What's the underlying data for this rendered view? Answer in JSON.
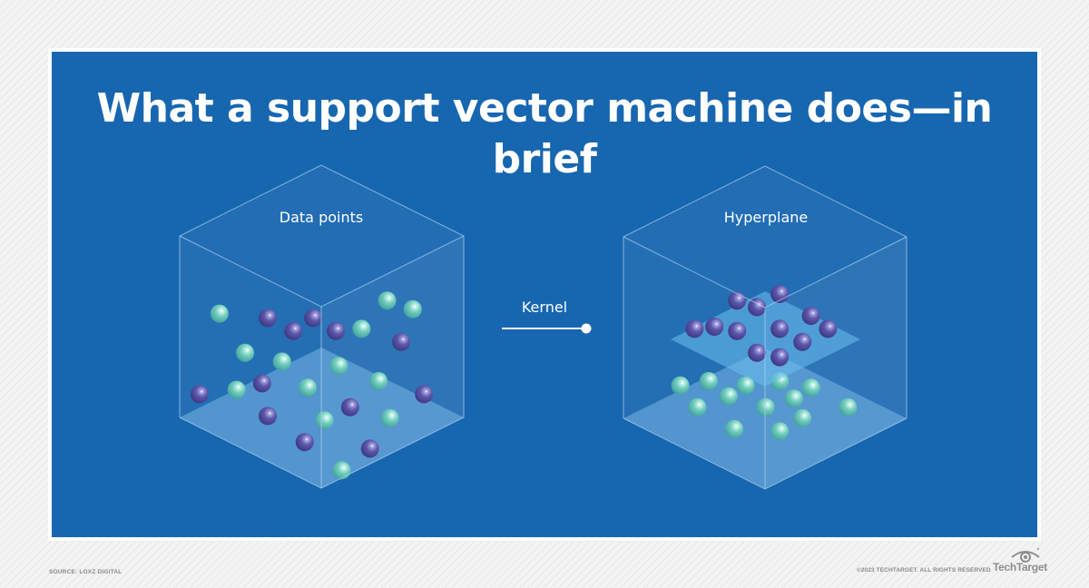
{
  "header": {
    "title": "What a support vector machine does—in brief"
  },
  "colors": {
    "background_panel": "#1766b0",
    "sphere_class_a": "#6cc9b9",
    "sphere_class_b": "#5b56a8",
    "text": "#ffffff",
    "footer_text": "#8a8a8a"
  },
  "diagram": {
    "left_cube": {
      "label": "Data points",
      "description": "Mixed teal and purple data points scattered in 3D space",
      "spheres": [
        {
          "class": "teal",
          "u": 0.14,
          "v": 0.19
        },
        {
          "class": "purple",
          "u": 0.31,
          "v": 0.21
        },
        {
          "class": "purple",
          "u": 0.47,
          "v": 0.21
        },
        {
          "class": "purple",
          "u": 0.4,
          "v": 0.27
        },
        {
          "class": "purple",
          "u": 0.55,
          "v": 0.27
        },
        {
          "class": "teal",
          "u": 0.64,
          "v": 0.26
        },
        {
          "class": "teal",
          "u": 0.73,
          "v": 0.13
        },
        {
          "class": "teal",
          "u": 0.82,
          "v": 0.17
        },
        {
          "class": "purple",
          "u": 0.78,
          "v": 0.32
        },
        {
          "class": "teal",
          "u": 0.23,
          "v": 0.37
        },
        {
          "class": "teal",
          "u": 0.36,
          "v": 0.41
        },
        {
          "class": "teal",
          "u": 0.56,
          "v": 0.43
        },
        {
          "class": "teal",
          "u": 0.7,
          "v": 0.5
        },
        {
          "class": "purple",
          "u": 0.07,
          "v": 0.56
        },
        {
          "class": "teal",
          "u": 0.2,
          "v": 0.54
        },
        {
          "class": "purple",
          "u": 0.29,
          "v": 0.51
        },
        {
          "class": "teal",
          "u": 0.45,
          "v": 0.53
        },
        {
          "class": "purple",
          "u": 0.86,
          "v": 0.56
        },
        {
          "class": "purple",
          "u": 0.31,
          "v": 0.66
        },
        {
          "class": "purple",
          "u": 0.6,
          "v": 0.62
        },
        {
          "class": "teal",
          "u": 0.51,
          "v": 0.68
        },
        {
          "class": "teal",
          "u": 0.74,
          "v": 0.67
        },
        {
          "class": "purple",
          "u": 0.44,
          "v": 0.78
        },
        {
          "class": "purple",
          "u": 0.67,
          "v": 0.81
        },
        {
          "class": "teal",
          "u": 0.57,
          "v": 0.91
        }
      ]
    },
    "right_cube": {
      "label": "Hyperplane",
      "description": "Purple points separated above a hyperplane, teal points below",
      "spheres_top": [
        {
          "class": "purple",
          "u": 0.4,
          "v": 0.13
        },
        {
          "class": "purple",
          "u": 0.47,
          "v": 0.16
        },
        {
          "class": "purple",
          "u": 0.55,
          "v": 0.1
        },
        {
          "class": "purple",
          "u": 0.25,
          "v": 0.26
        },
        {
          "class": "purple",
          "u": 0.32,
          "v": 0.25
        },
        {
          "class": "purple",
          "u": 0.4,
          "v": 0.27
        },
        {
          "class": "purple",
          "u": 0.55,
          "v": 0.26
        },
        {
          "class": "purple",
          "u": 0.66,
          "v": 0.2
        },
        {
          "class": "purple",
          "u": 0.72,
          "v": 0.26
        },
        {
          "class": "purple",
          "u": 0.63,
          "v": 0.32
        },
        {
          "class": "purple",
          "u": 0.47,
          "v": 0.37
        },
        {
          "class": "purple",
          "u": 0.55,
          "v": 0.39
        }
      ],
      "spheres_bottom": [
        {
          "class": "teal",
          "u": 0.2,
          "v": 0.52
        },
        {
          "class": "teal",
          "u": 0.3,
          "v": 0.5
        },
        {
          "class": "teal",
          "u": 0.43,
          "v": 0.52
        },
        {
          "class": "teal",
          "u": 0.55,
          "v": 0.5
        },
        {
          "class": "teal",
          "u": 0.66,
          "v": 0.53
        },
        {
          "class": "teal",
          "u": 0.37,
          "v": 0.57
        },
        {
          "class": "teal",
          "u": 0.6,
          "v": 0.58
        },
        {
          "class": "teal",
          "u": 0.26,
          "v": 0.62
        },
        {
          "class": "teal",
          "u": 0.5,
          "v": 0.62
        },
        {
          "class": "teal",
          "u": 0.79,
          "v": 0.62
        },
        {
          "class": "teal",
          "u": 0.63,
          "v": 0.67
        },
        {
          "class": "teal",
          "u": 0.39,
          "v": 0.72
        },
        {
          "class": "teal",
          "u": 0.55,
          "v": 0.73
        }
      ]
    },
    "connector": {
      "label": "Kernel"
    }
  },
  "footer": {
    "source": "SOURCE: LOXZ DIGITAL",
    "copyright": "©2023 TECHTARGET. ALL RIGHTS RESERVED",
    "brand": "TechTarget"
  }
}
